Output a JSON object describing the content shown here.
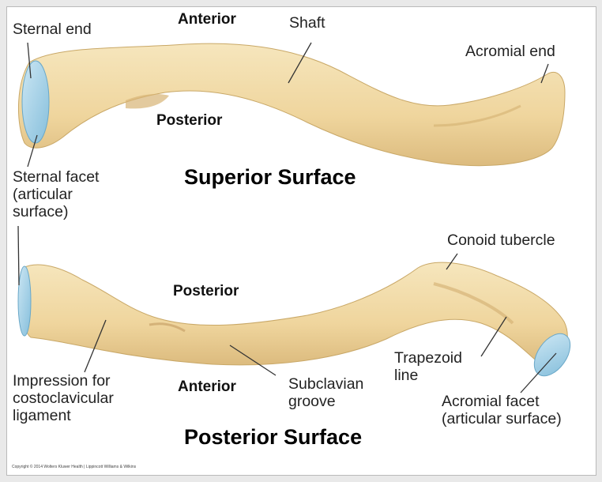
{
  "superior": {
    "title": "Superior Surface",
    "anterior": "Anterior",
    "posterior": "Posterior",
    "labels": {
      "sternal_end": "Sternal end",
      "shaft": "Shaft",
      "acromial_end": "Acromial end",
      "sternal_facet": "Sternal facet\n(articular\nsurface)"
    }
  },
  "posterior_view": {
    "title": "Posterior Surface",
    "posterior": "Posterior",
    "anterior": "Anterior",
    "labels": {
      "conoid_tubercle": "Conoid tubercle",
      "trapezoid_line": "Trapezoid\nline",
      "subclavian_groove": "Subclavian\ngroove",
      "impression": "Impression for\ncostoclavicular\nligament",
      "acromial_facet": "Acromial facet\n(articular surface)"
    }
  },
  "copyright": "Copyright © 2014 Wolters Kluwer Health | Lippincott Williams & Wilkins",
  "colors": {
    "bone": "#f0d9a5",
    "bone_shadow": "#d9b878",
    "facet": "#a9d3e8",
    "line": "#333333"
  }
}
